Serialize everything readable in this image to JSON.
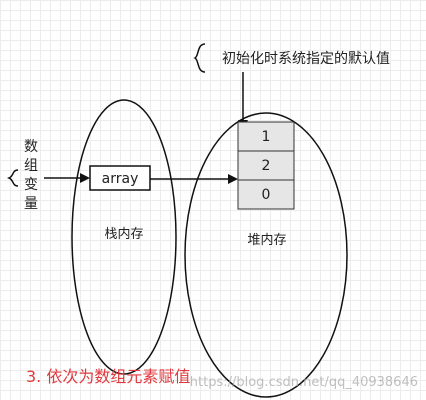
{
  "annotation_top": "初始化时系统指定的默认值",
  "var_label_chars": [
    "数",
    "组",
    "变",
    "量"
  ],
  "array_box_label": "array",
  "stack_label": "栈内存",
  "heap_label": "堆内存",
  "heap_values": [
    "1",
    "2",
    "0"
  ],
  "caption": "3. 依次为数组元素赋值",
  "watermark": "https://blog.csdn.net/qq_40938646",
  "colors": {
    "caption": "#e0393e",
    "cell_fill": "#e6e6e6",
    "stroke": "#111111"
  }
}
